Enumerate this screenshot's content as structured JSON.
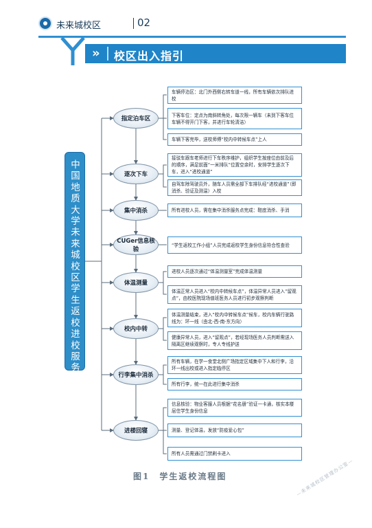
{
  "header": {
    "title": "未来城校区",
    "page_number": "02"
  },
  "banner": {
    "title": "校区出入指引"
  },
  "flowchart": {
    "root": "中国地质大学未来城校区学生返校进校服务流程图",
    "stages": [
      {
        "label": "指定泊车区",
        "notes": [
          "车辆停泊区：北门外西侧右转车道一线，所有车辆依次排队进校",
          "下客车位：定点为南斜转角处，每次限一辆车（未到下客车位车辆不得开门下客，并进行车轮清洁）",
          "车辆下客完毕，送校师傅“校内中转候车点”上人"
        ]
      },
      {
        "label": "逐次下车",
        "notes": [
          "接驳车跟车老师进行下车秩序维护，组织学生按座位由前及后的顺序，满足前面“一米排队”位置空余时，安排学生逐次下车，进入“进校通道”",
          "自驾车除驾驶员外，随车人员需全部下车排队经“进校通道”（即消杀、验证及测温）入校"
        ]
      },
      {
        "label": "集中消杀",
        "notes": [
          "所有进校人员，需在集中消杀服务点完成：鞋底消杀、手消"
        ]
      },
      {
        "label": "CUGer信息核验",
        "notes": [
          "“学生返校工作小组”人员完成返校学生身份信息符合性查验"
        ]
      },
      {
        "label": "体温测量",
        "notes": [
          "进校人员逐次通过“体温测量室”完成体温测量",
          "体温正常人员进入“校内中转候车点”，体温异常人员进入“留观点”，由校医院现场值班医务人员进行初步观察判断"
        ]
      },
      {
        "label": "校内中转",
        "notes": [
          "体温测量结束，进入“校内中转候车点”候车，校内车辆行驶路线为：环一线（由北-西-南-东方向）",
          "健康异常人员，进入“留观点”，若经现场医务人员判断需送入隔离区继续观察时，专人专线护送"
        ]
      },
      {
        "label": "行李集中消杀",
        "notes": [
          "所有车辆，在学一食堂北侧广场指定区域集中下人和行李，沿环一线出校或进入指定临停区",
          "所有行李，统一在此进行集中消杀"
        ]
      },
      {
        "label": "进楼回寝",
        "notes": [
          "信息核验：物业客服人员根据“花名册”验证一卡通，核实本楼层住学生身份信息",
          "测量、登记体温，发放“防疫爱心包”",
          "所有人员需通过门禁刷卡进入"
        ]
      }
    ]
  },
  "caption": "图1　学生返校流程图",
  "watermark": "—未来城校区管理办公室—",
  "colors": {
    "accent": "#1f84c8",
    "note_border": "#2f8fd1",
    "root_box": "#2e8ec8"
  }
}
